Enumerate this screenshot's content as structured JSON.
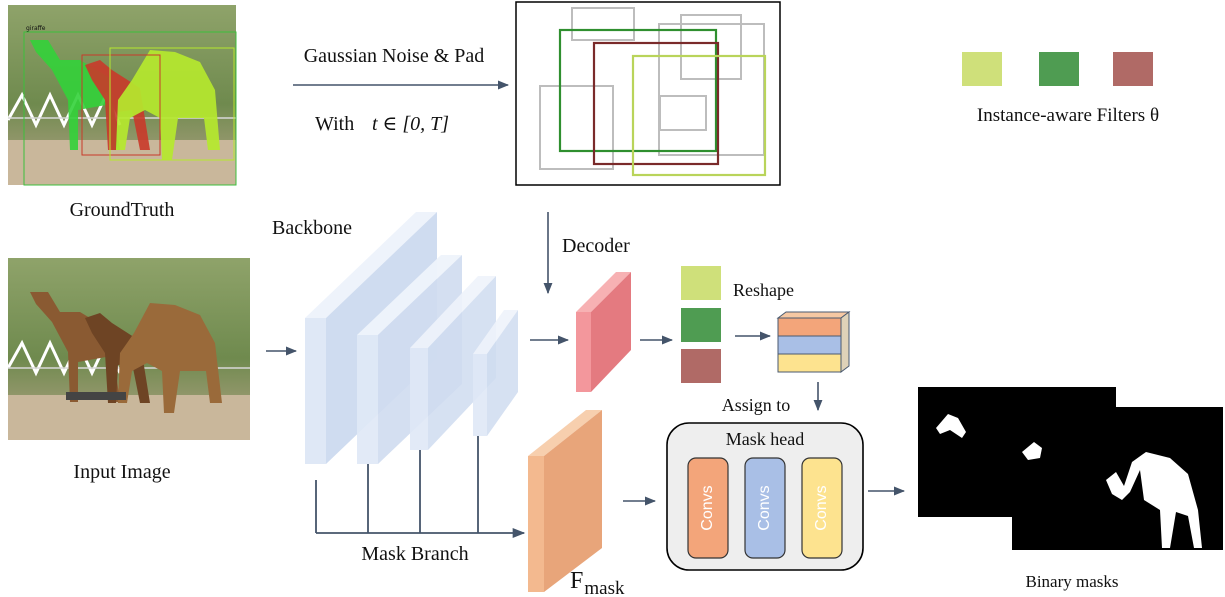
{
  "labels": {
    "ground_truth": "GroundTruth",
    "input_image": "Input Image",
    "gaussian": "Gaussian Noise & Pad",
    "with_prefix": "With ",
    "time_range": "t ∈ [0, T]",
    "backbone": "Backbone",
    "decoder": "Decoder",
    "reshape": "Reshape",
    "assign_to": "Assign to",
    "mask_head": "Mask head",
    "convs": [
      "Convs",
      "Convs",
      "Convs"
    ],
    "mask_branch": "Mask Branch",
    "fmask_base": "F",
    "fmask_sub": "mask",
    "binary_masks": "Binary masks",
    "filters_legend": "Instance-aware Filters θ",
    "photo_tag": "giraffe"
  },
  "colors": {
    "filter_light": "#cfe07a",
    "filter_green": "#4f9c52",
    "filter_brown": "#b06a66",
    "decoder_pink": "#f0858a",
    "fmask_peach": "#f3b98f",
    "backbone_blue": "#dce6f6",
    "conv_orange": "#f3a57a",
    "conv_blue": "#a9bfe6",
    "conv_yellow": "#fde38f",
    "box_gray": "#bdbdbd",
    "box_green": "#2f8f2f",
    "box_brown": "#7a2a2a",
    "box_light": "#b9d45a",
    "arrow": "#44546a"
  },
  "icons": [
    "giraffe-photo",
    "binary-mask-image",
    "noisy-box-canvas",
    "feature-map-stack"
  ]
}
